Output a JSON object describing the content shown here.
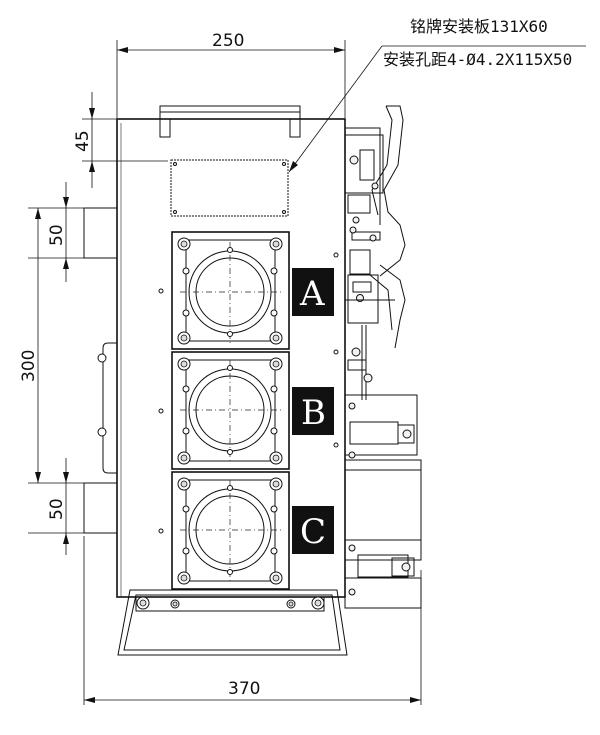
{
  "dimensions": {
    "top_width": "250",
    "bottom_width": "370",
    "plate_offset": "45",
    "upper_pipe": "50",
    "pipe_spacing": "300",
    "lower_pipe": "50"
  },
  "annotations": {
    "nameplate": "铭牌安装板131X60",
    "mounting_holes": "安装孔距4-Ø4.2X115X50"
  },
  "phases": [
    "A",
    "B",
    "C"
  ]
}
